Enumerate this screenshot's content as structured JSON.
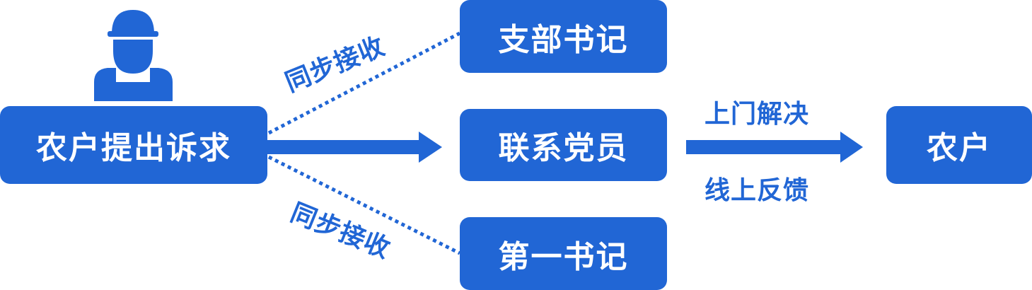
{
  "colors": {
    "primary": "#2166d5",
    "text_on_primary": "#ffffff"
  },
  "icons": {
    "worker": "worker-with-cap-icon"
  },
  "nodes": {
    "request": "农户提出诉求",
    "branch_secretary": "支部书记",
    "contact_member": "联系党员",
    "first_secretary": "第一书记",
    "farmer": "农户"
  },
  "edges": {
    "sync_top": "同步接收",
    "sync_bottom": "同步接收",
    "door_solution": "上门解决",
    "online_feedback": "线上反馈"
  }
}
